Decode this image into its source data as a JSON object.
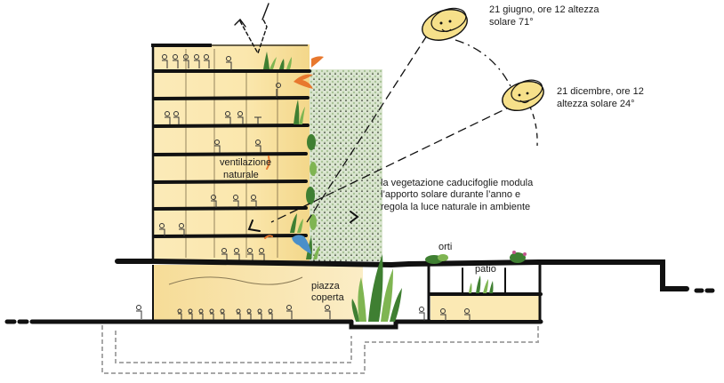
{
  "labels": {
    "sun_summer_line1": "21 giugno, ore 12 altezza",
    "sun_summer_line2": "solare 71°",
    "sun_winter_line1": "21 dicembre, ore 12",
    "sun_winter_line2": "altezza solare 24°",
    "vegetation_line1": "la vegetazione caducifoglie modula",
    "vegetation_line2": "l’apporto solare durante l’anno e",
    "vegetation_line3": "regola la luce naturale in ambiente",
    "ventilation_line1": "ventilazione",
    "ventilation_line2": "naturale",
    "gardens": "orti",
    "patio": "patio",
    "plaza_line1": "piazza",
    "plaza_line2": "coperta"
  },
  "colors": {
    "building_fill": "#fbe9b4",
    "building_warm": "#f6d98c",
    "slab": "#111111",
    "green_wall": "#cfdcc4",
    "plant_dark": "#3f7f32",
    "plant_light": "#7fb552",
    "sun_fill": "#f6e08a",
    "accent_orange": "#e8782e",
    "accent_blue": "#4a8fc9",
    "basement_dash": "#a8a8a8"
  },
  "icons": [
    "sun-summer-icon",
    "sun-winter-icon",
    "airflow-arrow-icon",
    "bird-orange-icon",
    "bird-blue-icon"
  ]
}
